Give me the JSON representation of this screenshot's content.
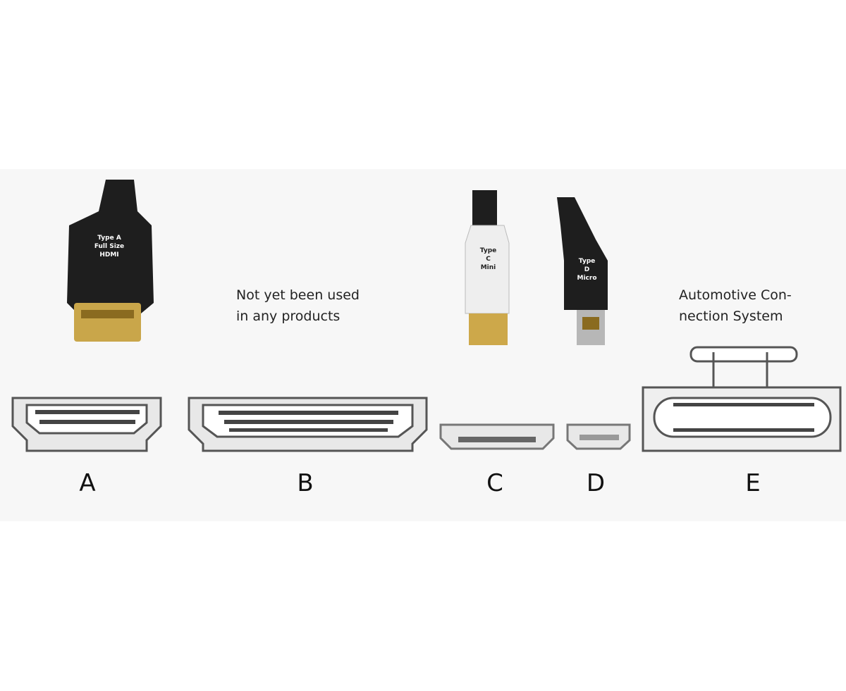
{
  "connectors": [
    {
      "letter": "A",
      "cable_label": [
        "Type A",
        "Full Size",
        "HDMI"
      ]
    },
    {
      "letter": "B",
      "note": [
        "Not yet been used",
        "in any products"
      ]
    },
    {
      "letter": "C",
      "cable_label": [
        "Type",
        "C",
        "Mini"
      ]
    },
    {
      "letter": "D",
      "cable_label": [
        "Type",
        "D",
        "Micro"
      ]
    },
    {
      "letter": "E",
      "note": [
        "Automotive Con-",
        "nection System"
      ]
    }
  ],
  "colors": {
    "cable": "#1e1e1e",
    "gold": "#c9a64a",
    "outline": "#555555"
  }
}
